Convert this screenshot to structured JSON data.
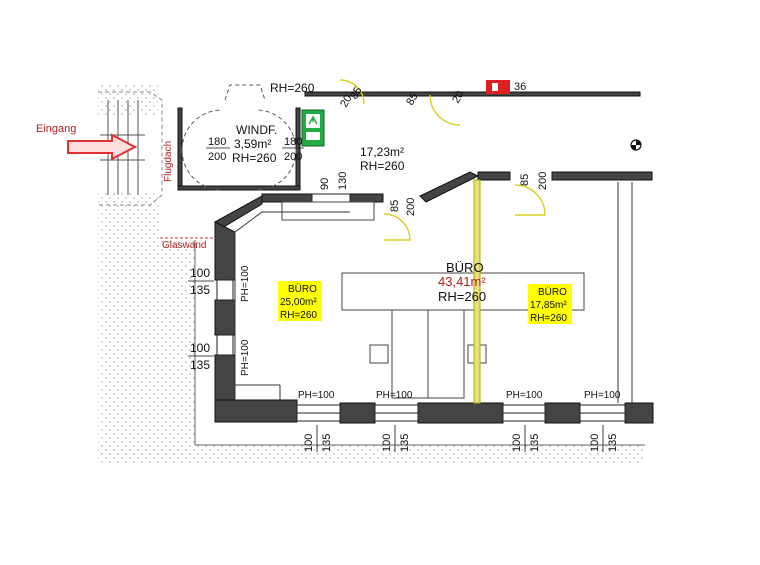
{
  "annotations": {
    "entrance": "Eingang",
    "canopy": "Flugdach",
    "glass_wall": "Glaswand"
  },
  "windfang": {
    "name": "WINDF.",
    "area": "3,59m²",
    "height": "RH=260",
    "door_left_w": "180",
    "door_left_h": "200",
    "door_right_w": "180",
    "door_right_h": "200"
  },
  "corridor": {
    "area": "17,23m²",
    "height": "RH=260",
    "top_cut_label": "RH=260",
    "top_left_dim": "85",
    "top_left_dim2": "20",
    "top_mid_dim": "85",
    "top_mid_dim2": "20",
    "top_right_dim": "36"
  },
  "openings": {
    "opening_w": "90",
    "opening_h": "130",
    "door_a_w": "85",
    "door_a_h": "200",
    "door_b_w": "85",
    "door_b_h": "200"
  },
  "office_main": {
    "name": "BÜRO",
    "area": "43,41m²",
    "height": "RH=260"
  },
  "office_left": {
    "name": "BÜRO",
    "area": "25,00m²",
    "height": "RH=260"
  },
  "office_right": {
    "name": "BÜRO",
    "area": "17,85m²",
    "height": "RH=260"
  },
  "windows": {
    "left_1_w": "100",
    "left_1_h": "135",
    "left_1_ph": "PH=100",
    "left_2_w": "100",
    "left_2_h": "135",
    "left_2_ph": "PH=100",
    "bottom_ph": [
      "PH=100",
      "PH=100",
      "PH=100",
      "PH=100"
    ],
    "bottom_w": [
      "100",
      "100",
      "100",
      "100"
    ],
    "bottom_h": [
      "135",
      "135",
      "135",
      "135"
    ]
  },
  "colors": {
    "wall": "#333333",
    "yellow_tag": "#ffff00",
    "accent_red": "#e03030",
    "exit_green": "#22aa44",
    "partition": "#d8d020"
  }
}
